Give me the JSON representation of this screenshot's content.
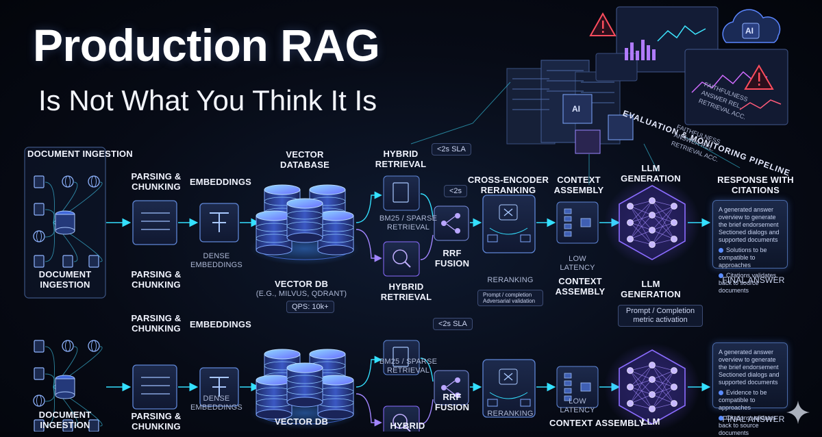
{
  "title": {
    "main": "Production RAG",
    "subtitle": "Is Not What You Think It Is"
  },
  "colors": {
    "background": "#070b16",
    "accent_cyan": "#34e0ff",
    "accent_purple": "#8b6cff",
    "accent_blue": "#4f7dff",
    "alert_red": "#ff4d5e"
  },
  "pipeline_top": {
    "ingestion_label": "DOCUMENT INGESTION",
    "ingestion_label_bottom": "DOCUMENT INGESTION",
    "parsing_label": "PARSING & CHUNKING",
    "parsing_label_bottom": "PARSING & CHUNKING",
    "embeddings_label": "EMBEDDINGS",
    "dense_embeddings": "DENSE EMBEDDINGS",
    "vector_database": "VECTOR DATABASE",
    "vector_db": "VECTOR DB",
    "vector_db_examples": "(e.g., Milvus, Qdrant)",
    "qps": "QPS: 10k+",
    "hybrid_retrieval": "HYBRID RETRIEVAL",
    "hybrid_retrieval_bottom": "HYBRID RETRIEVAL",
    "sla": "<2s SLA",
    "latency_tag": "<2s",
    "bm25": "BM25 / SPARSE RETRIEVAL",
    "rrf_fusion": "RRF FUSION",
    "cross_encoder": "CROSS-ENCODER RERANKING",
    "reranking": "RERANKING",
    "prompt_note": "Prompt / completion Adversarial validation",
    "context_assembly": "CONTEXT ASSEMBLY",
    "context_assembly_bottom": "CONTEXT ASSEMBLY",
    "low_latency": "LOW LATENCY",
    "llm_generation": "LLM GENERATION",
    "llm_generation_bottom": "LLM GENERATION",
    "prompt_completion": "Prompt / Completion metric activation",
    "response_citations": "RESPONSE WITH CITATIONS",
    "final_answer": "FINAL ANSWER"
  },
  "pipeline_bottom": {
    "parsing_label": "PARSING & CHUNKING",
    "embeddings_label": "EMBEDDINGS",
    "sla": "<2s SLA",
    "bm25": "BM25 / SPARSE RETRIEVAL",
    "dense_embeddings": "DENSE EMBEDDINGS",
    "rrf_fusion": "RRF FUSION",
    "low_latency": "LOW LATENCY",
    "reranking": "RERANKING",
    "ingestion_label": "DOCUMENT INGESTION",
    "parsing_label_bottom": "PARSING & CHUNKING",
    "vector_db": "VECTOR DB",
    "hybrid": "HYBRID",
    "context_assembly": "CONTEXT ASSEMBLY",
    "llm": "LLM",
    "final_answer": "FINAL ANSWER"
  },
  "answer_panel_top": {
    "line1": "A generated answer overview to generate the brief endorsement Sectioned dialogs and supported documents",
    "item1": "Solutions to be compatible to approaches",
    "item2": "Citations validates back to source documents"
  },
  "answer_panel_bottom": {
    "line1": "A generated answer overview to generate the brief endorsement Sectioned dialogs and supported documents",
    "item1": "Evidence to be compatible to approaches",
    "item2": "Citations validates back to source documents"
  },
  "monitoring": {
    "label": "EVALUATION & MONITORING PIPELINE",
    "note1": "FAITHFULNESS",
    "note2": "ANSWER REL.",
    "note3": "RETRIEVAL ACC.",
    "note_a": "FAITHFULNESS",
    "note_b": "ANSWER REL.",
    "note_c": "RETRIEVAL ACC.",
    "ai_chip": "AI",
    "ai_cloud": "AI"
  },
  "icons": {
    "database": "database-icon",
    "globe": "globe-icon",
    "document": "document-icon",
    "sparkle": "sparkle-icon",
    "alert": "alert-triangle-icon",
    "neural": "neural-network-icon",
    "merge": "merge-icon"
  }
}
